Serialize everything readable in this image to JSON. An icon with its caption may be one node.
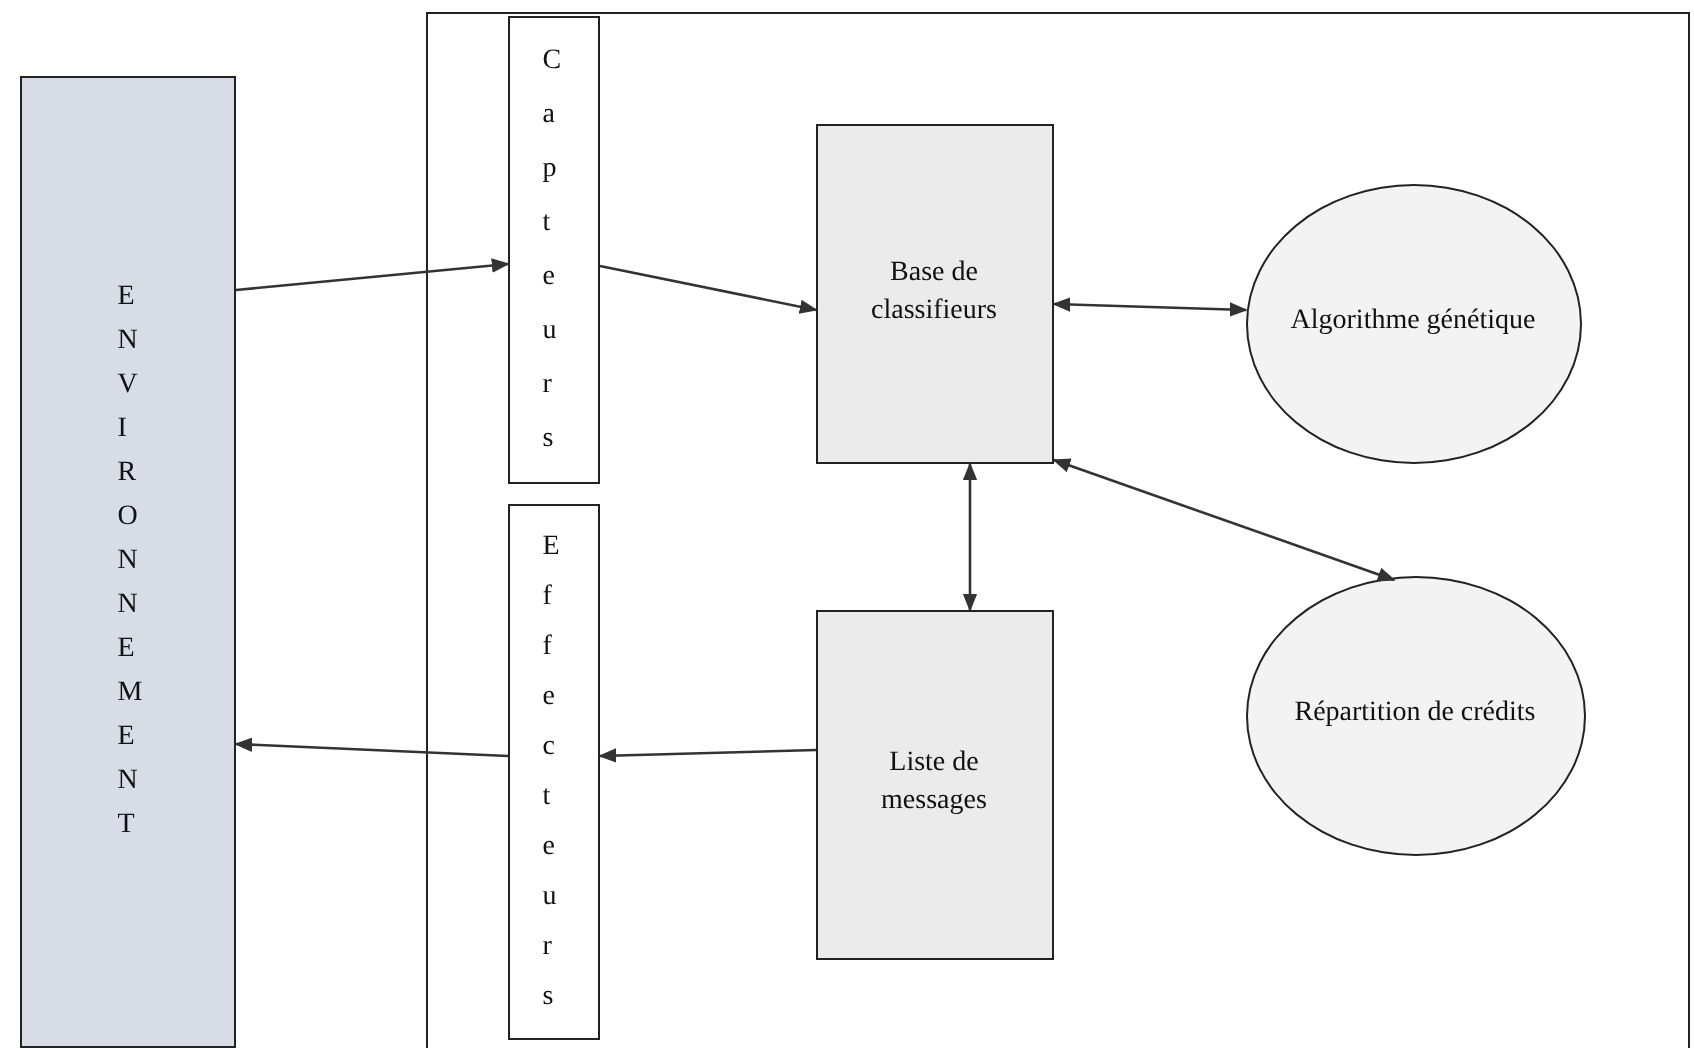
{
  "diagram": {
    "nodes": [
      {
        "text": [
          "ENVIRONNEMENT"
        ]
      },
      {
        "text": [],
        "shape": "box"
      },
      {
        "text": [
          "Capteurs"
        ],
        "in": 1
      },
      {
        "text": [
          "Effecteurs"
        ],
        "in": 1
      },
      {
        "text": [
          "Base de classifieurs"
        ],
        "in": 1
      },
      {
        "text": [
          "Liste de messages"
        ],
        "in": 1
      },
      {
        "text": [
          "Algorithme génétique"
        ],
        "in": 1
      },
      {
        "text": [
          "Répartition de crédits"
        ],
        "in": 1
      }
    ],
    "edges": [
      {
        "from": 0,
        "to": 2,
        "arrow": "to"
      },
      {
        "from": 2,
        "to": 4,
        "arrow": "to"
      },
      {
        "from": 4,
        "to": 6,
        "arrow": "both"
      },
      {
        "from": 4,
        "to": 7,
        "arrow": "both"
      },
      {
        "from": 4,
        "to": 5,
        "arrow": "both"
      },
      {
        "from": 5,
        "to": 3,
        "arrow": "to"
      },
      {
        "from": 3,
        "to": 0,
        "arrow": "to"
      }
    ]
  }
}
